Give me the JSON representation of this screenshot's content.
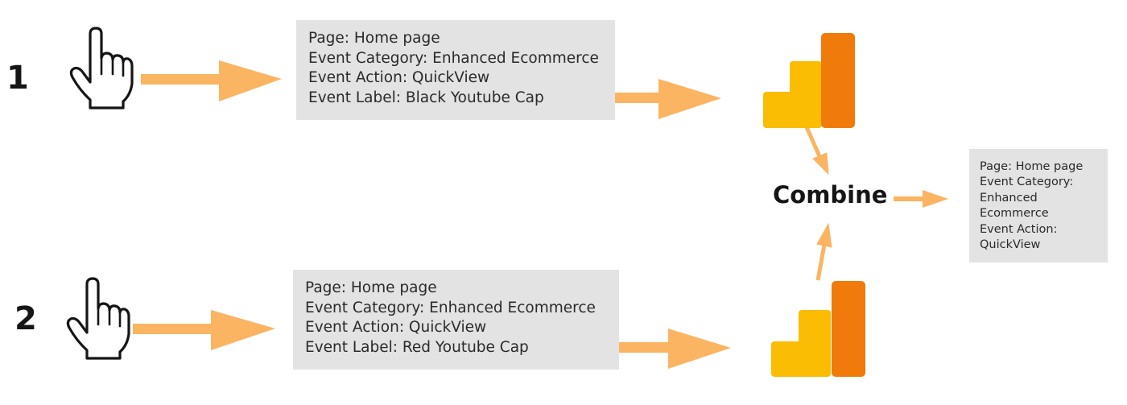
{
  "steps": [
    {
      "number": "1",
      "event": [
        "Page: Home page",
        "Event Category: Enhanced Ecommerce",
        "Event Action: QuickView",
        "Event Label: Black Youtube Cap"
      ]
    },
    {
      "number": "2",
      "event": [
        "Page: Home page",
        "Event Category: Enhanced Ecommerce",
        "Event Action: QuickView",
        "Event Label: Red Youtube Cap"
      ]
    }
  ],
  "combine_label": "Combine",
  "result": [
    "Page: Home page",
    "Event Category:",
    "Enhanced",
    "Ecommerce",
    "Event Action:",
    "QuickView"
  ],
  "icons": {
    "hand": "pointing-hand-icon",
    "analytics": "google-analytics-icon"
  },
  "colors": {
    "arrow": "#fbb462",
    "box": "#e3e3e3",
    "analytics_light": "#fbbc04",
    "analytics_dark": "#f07b0a",
    "text": "#151515"
  }
}
